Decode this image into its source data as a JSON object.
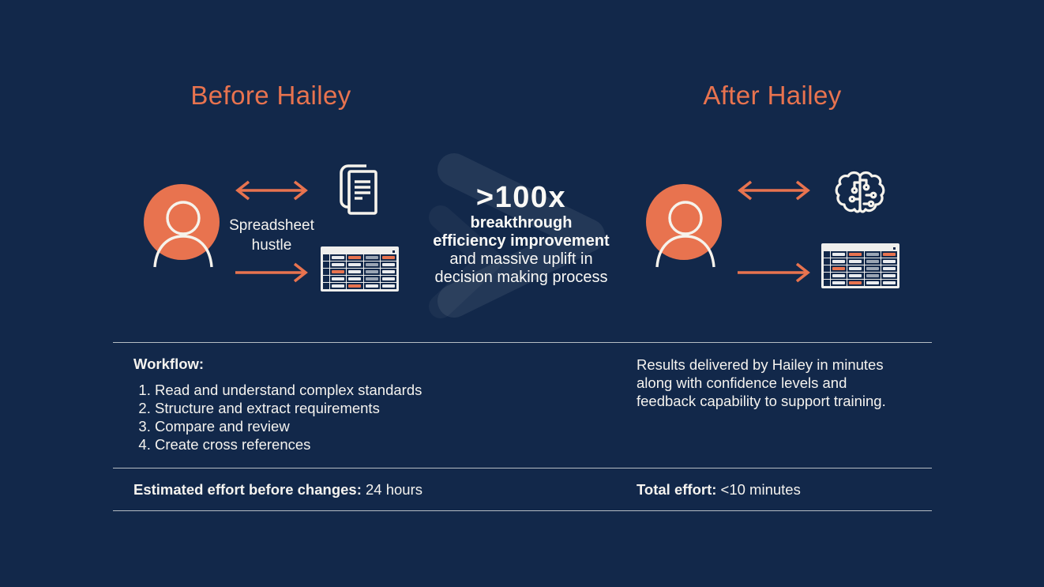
{
  "page": {
    "bg_color": "#12284A",
    "accent_color": "#E8734F",
    "text_color": "#F5F3EF",
    "divider_color": "#C9CDD2"
  },
  "headings": {
    "before": "Before Hailey",
    "after": "After Hailey"
  },
  "before_panel": {
    "avatar": "person-avatar",
    "hustle_label": "Spreadsheet hustle"
  },
  "after_panel": {
    "avatar": "person-avatar"
  },
  "center": {
    "stat": ">100x",
    "line1": "breakthrough",
    "line2": "efficiency improvement",
    "line3": "and massive uplift in",
    "line4": "decision making process",
    "watermark": "chevron-right"
  },
  "workflow": {
    "title": "Workflow:",
    "steps": [
      "Read and understand complex standards",
      "Structure and extract requirements",
      "Compare and review",
      "Create cross references"
    ]
  },
  "results": {
    "lines": [
      "Results delivered by Hailey in minutes",
      "along with confidence levels and",
      "feedback capability to support training."
    ]
  },
  "effort": {
    "before_label": "Estimated effort before changes:",
    "before_value": "24 hours",
    "after_label": "Total effort:",
    "after_value": "<10 minutes"
  },
  "icons": {
    "avatar": "person-avatar-icon",
    "documents": "documents-icon",
    "spreadsheet": "spreadsheet-table-icon",
    "brain": "ai-brain-circuit-icon",
    "double_arrow": "double-headed-arrow-icon",
    "right_arrow": "right-arrow-icon",
    "cell_colors": {
      "white": "#E9EBEE",
      "gray": "#9AA5B4",
      "orange": "#E8734F"
    },
    "spreadsheet_pattern": [
      [
        "white",
        "orange",
        "gray",
        "orange"
      ],
      [
        "white",
        "white",
        "gray",
        "white"
      ],
      [
        "orange",
        "white",
        "gray",
        "white"
      ],
      [
        "white",
        "white",
        "gray",
        "white"
      ],
      [
        "white",
        "orange",
        "white",
        "white"
      ]
    ]
  }
}
